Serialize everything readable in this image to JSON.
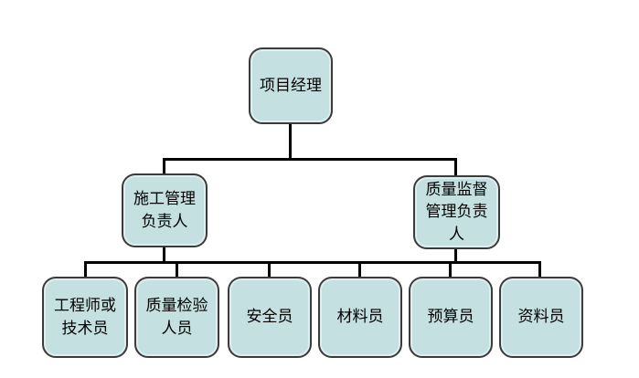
{
  "diagram": {
    "type": "org-chart",
    "colors": {
      "node_fill": "#c5e0e1",
      "node_border": "#3b3b3b",
      "connector": "#000000",
      "background": "#ffffff",
      "text": "#000000"
    },
    "levels": [
      {
        "nodes": [
          {
            "id": "project-manager",
            "label": "项目经理"
          }
        ]
      },
      {
        "nodes": [
          {
            "id": "construction-management-leader",
            "label": "施工管理负责人",
            "parent": "project-manager"
          },
          {
            "id": "quality-supervision-management-leader",
            "label": "质量监督管理负责人",
            "parent": "project-manager"
          }
        ]
      },
      {
        "nodes": [
          {
            "id": "engineer-or-technician",
            "label": "工程师或技术员"
          },
          {
            "id": "quality-inspection-staff",
            "label": "质量检验人员"
          },
          {
            "id": "safety-officer",
            "label": "安全员"
          },
          {
            "id": "material-officer",
            "label": "材料员"
          },
          {
            "id": "budget-officer",
            "label": "预算员"
          },
          {
            "id": "document-officer",
            "label": "资料员"
          }
        ]
      }
    ]
  }
}
